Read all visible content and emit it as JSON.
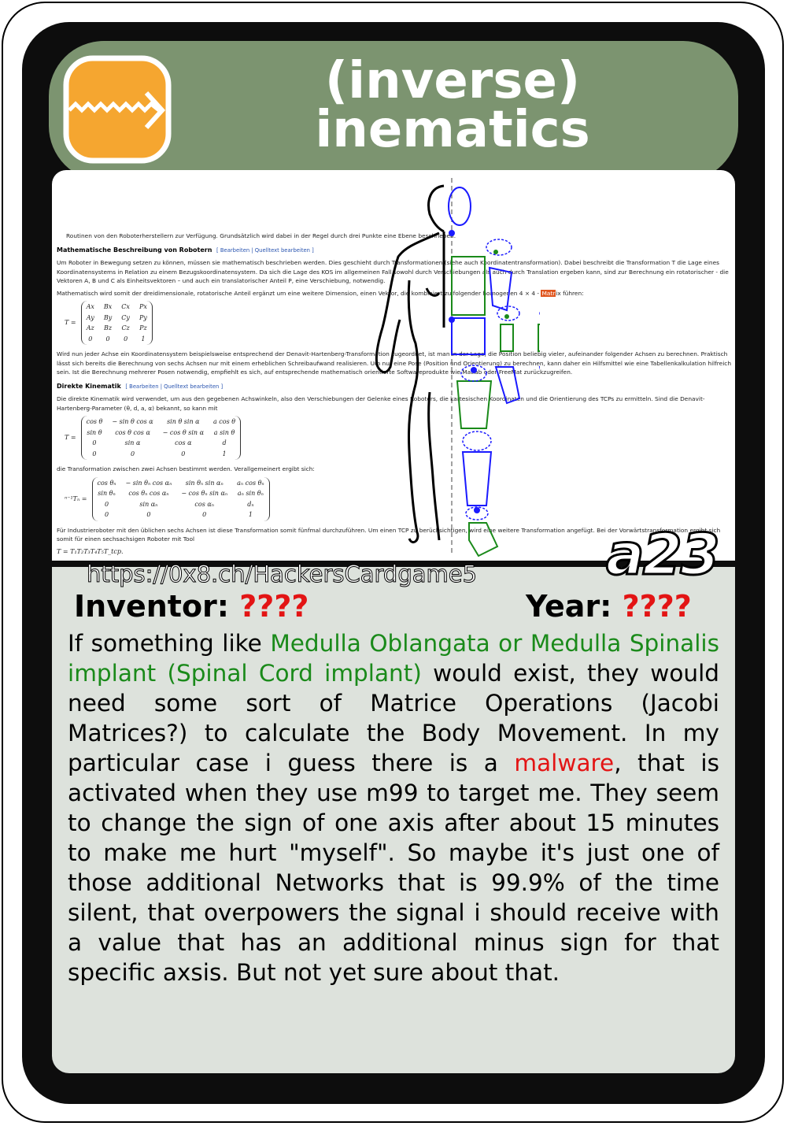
{
  "card": {
    "title_line1": "(inverse)",
    "title_line2": "inematics",
    "code": "a23",
    "url": "https://0x8.ch/HackersCardgame5",
    "logo_icon": "zipper-arrow-icon",
    "colors": {
      "title_band": "#7c9470",
      "logo": "#f5a630",
      "panel": "#dde2dc",
      "accent_red": "#e31414",
      "accent_green": "#1a8a1a"
    }
  },
  "meta": {
    "inventor_label": "Inventor:",
    "inventor_value": "????",
    "year_label": "Year:",
    "year_value": "????"
  },
  "description": {
    "p1": "If something like ",
    "p2_green": "Medulla Oblangata or Medulla Spinalis implant (Spinal Cord implant)",
    "p3": " would exist, they would need some sort of Matrice Operations (Jacobi Matrices?) to calculate the Body Movement. In my particular case i guess there is a ",
    "p4_red": "malware",
    "p5": ", that is activated when they use m99 to target me. They seem to change the sign of one axis after about 15 minutes to make me hurt \"myself\". So maybe it's just one of those additional Networks that is 99.9% of the time silent, that overpowers the signal i should receive with a value that has an additional minus sign for that specific axsis. But not yet sure about that."
  },
  "wiki": {
    "intro": "Routinen von den Roboterherstellern zur Verfügung. Grundsätzlich wird dabei in der Regel durch drei Punkte eine Ebene beschrieben.",
    "h1": "Mathematische Beschreibung von Robotern",
    "edit1": "[ Bearbeiten | Quelltext bearbeiten ]",
    "p1": "Um Roboter in Bewegung setzen zu können, müssen sie mathematisch beschrieben werden. Dies geschieht durch Transformationen (siehe auch Koordinatentransformation). Dabei beschreibt die Transformation T die Lage eines Koordinatensystems in Relation zu einem Bezugskoordinatensystem. Da sich die Lage des KOS im allgemeinen Fall sowohl durch Verschiebungen als auch durch Translation ergeben kann, sind zur Berechnung ein rotatorischer - die Vektoren A, B und C als Einheitsvektoren – und auch ein translatorischer Anteil P, eine Verschiebung, notwendig.",
    "p2a": "Mathematisch wird somit der dreidimensionale, rotatorische Anteil ergänzt um eine weitere Dimension, einen Vektor, die kombiniert zu folgender homogenen 4 × 4 - ",
    "p2_hl": "Matr",
    "p2b": "ix führen:",
    "m1_label": "T =",
    "m1": [
      "Ax",
      "Bx",
      "Cx",
      "Px",
      "Ay",
      "By",
      "Cy",
      "Py",
      "Az",
      "Bz",
      "Cz",
      "Pz",
      "0",
      "0",
      "0",
      "1"
    ],
    "p3": "Wird nun jeder Achse ein Koordinatensystem beispielsweise entsprechend der Denavit-Hartenberg-Transformation zugeordnet, ist man in der Lage, die Position beliebig vieler, aufeinander folgender Achsen zu berechnen. Praktisch lässt sich bereits die Berechnung von sechs Achsen nur mit einem erheblichen Schreibaufwand realisieren. Um nur eine Pose (Position und Orientierung) zu berechnen, kann daher ein Hilfsmittel wie eine Tabellenkalkulation hilfreich sein. Ist die Berechnung mehrerer Posen notwendig, empfiehlt es sich, auf entsprechende mathematisch orientierte Softwareprodukte wie Matlab oder FreeMat zurückzugreifen.",
    "h2": "Direkte Kinematik",
    "edit2": "[ Bearbeiten | Quelltext bearbeiten ]",
    "p4": "Die direkte Kinematik wird verwendet, um aus den gegebenen Achswinkeln, also den Verschiebungen der Gelenke eines Roboters, die kartesischen Koordinaten und die Orientierung des TCPs zu ermitteln. Sind die Denavit-Hartenberg-Parameter (θ, d, a, α) bekannt, so kann mit",
    "m2_label": "T =",
    "m2": [
      "cos θ",
      "− sin θ cos α",
      "sin θ sin α",
      "a cos θ",
      "sin θ",
      "cos θ cos α",
      "− cos θ sin α",
      "a sin θ",
      "0",
      "sin α",
      "cos α",
      "d",
      "0",
      "0",
      "0",
      "1"
    ],
    "p5": "die Transformation zwischen zwei Achsen bestimmt werden. Verallgemeinert ergibt sich:",
    "m3_label": "ⁿ⁻¹Tₙ =",
    "m3": [
      "cos θₙ",
      "− sin θₙ cos αₙ",
      "sin θₙ sin αₙ",
      "aₙ cos θₙ",
      "sin θₙ",
      "cos θₙ cos αₙ",
      "− cos θₙ sin αₙ",
      "aₙ sin θₙ",
      "0",
      "sin αₙ",
      "cos αₙ",
      "dₙ",
      "0",
      "0",
      "0",
      "1"
    ],
    "p6": "Für Industrieroboter mit den üblichen sechs Achsen ist diese Transformation somit fünfmal durchzuführen. Um einen TCP zu berücksichtigen, wird eine weitere Transformation angefügt. Bei der Vorwärtstransformation ergibt sich somit für einen sechsachsigen Roboter mit Tool",
    "formula": "T = T₁T₂T₃T₄T₅T_tcp."
  }
}
